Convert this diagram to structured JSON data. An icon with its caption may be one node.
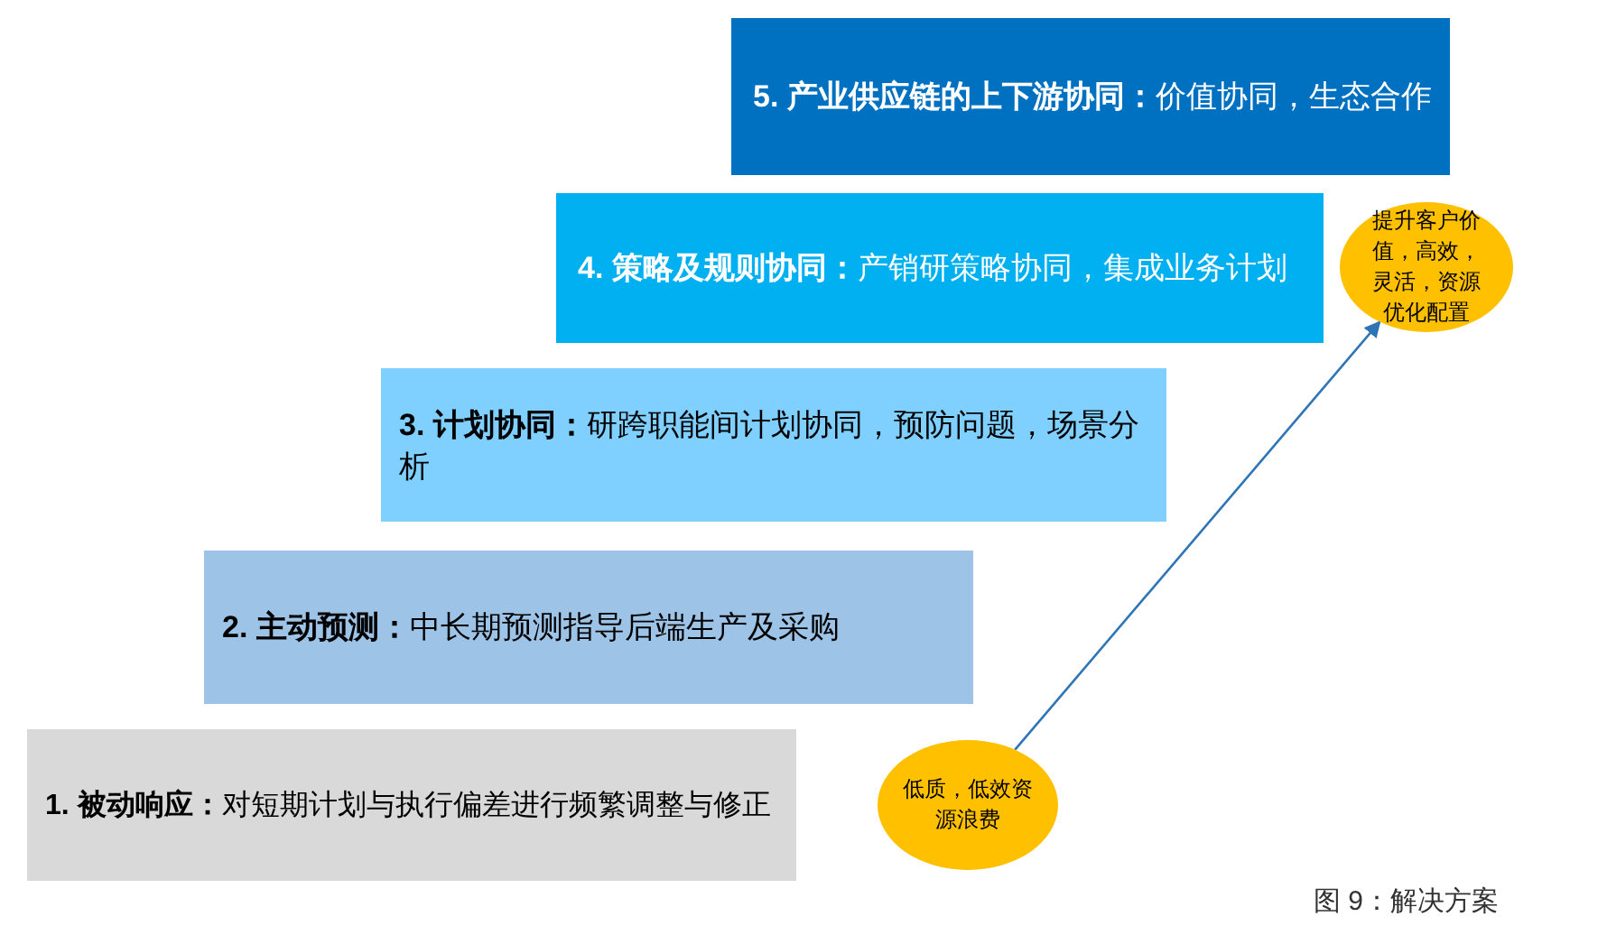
{
  "diagram": {
    "caption": "图 9：解决方案",
    "nodes": [
      {
        "text": [
          "**5. 产业供应链的上下游协同：**价值协同，生态合作"
        ]
      },
      {
        "text": [
          "**4. 策略及规则协同：**产销研策略协同，集成业务计划"
        ]
      },
      {
        "text": [
          "提升客户价值，高效，灵活，资源优化配置"
        ]
      },
      {
        "text": [
          "**3. 计划协同：**研跨职能间计划协同，预防问题，场景分析"
        ]
      },
      {
        "text": [
          "**2. 主动预测：**中长期预测指导后端生产及采购"
        ]
      },
      {
        "text": [
          "**1. 被动响应：**对短期计划与执行偏差进行频繁调整与修正"
        ]
      },
      {
        "text": [
          "低质，低效资源浪费"
        ]
      }
    ],
    "edges": [
      {
        "from": 6,
        "to": 2,
        "arrow": "to",
        "color": "#2e75b6"
      }
    ]
  }
}
